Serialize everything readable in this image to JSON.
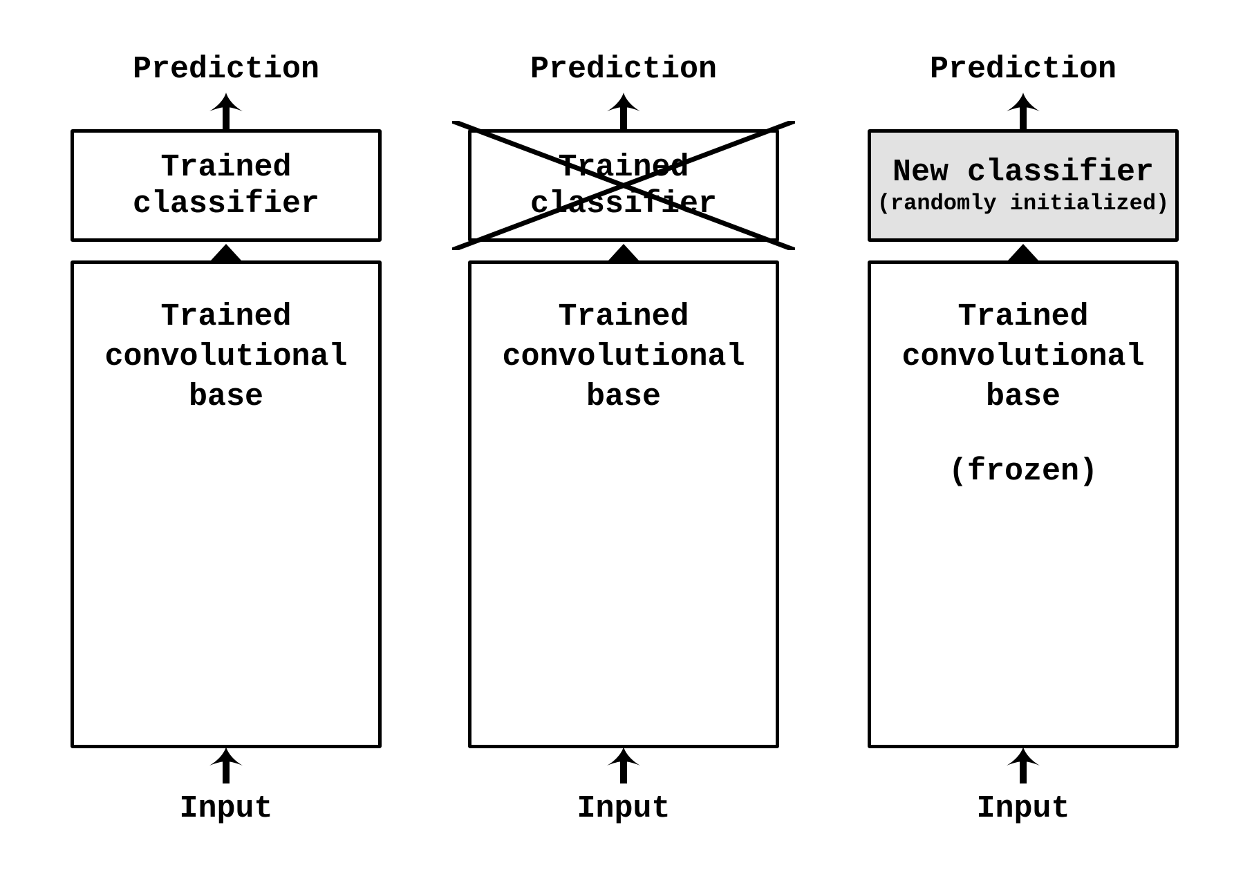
{
  "colors": {
    "ink": "#000000",
    "box_background": "#ffffff",
    "new_classifier_background": "#e2e2e2",
    "page_background": "#ffffff"
  },
  "panels": {
    "left": {
      "prediction_label": "Prediction",
      "classifier_box": {
        "line1": "Trained",
        "line2": "classifier",
        "crossed_out": false
      },
      "base_box": {
        "line1": "Trained",
        "line2": "convolutional",
        "line3": "base"
      },
      "input_label": "Input"
    },
    "middle": {
      "prediction_label": "Prediction",
      "classifier_box": {
        "line1": "Trained",
        "line2": "classifier",
        "crossed_out": true
      },
      "base_box": {
        "line1": "Trained",
        "line2": "convolutional",
        "line3": "base"
      },
      "input_label": "Input"
    },
    "right": {
      "prediction_label": "Prediction",
      "classifier_box": {
        "title": "New classifier",
        "subtitle": "(randomly initialized)",
        "crossed_out": false
      },
      "base_box": {
        "line1": "Trained",
        "line2": "convolutional",
        "line3": "base",
        "note": "(frozen)"
      },
      "input_label": "Input"
    }
  }
}
